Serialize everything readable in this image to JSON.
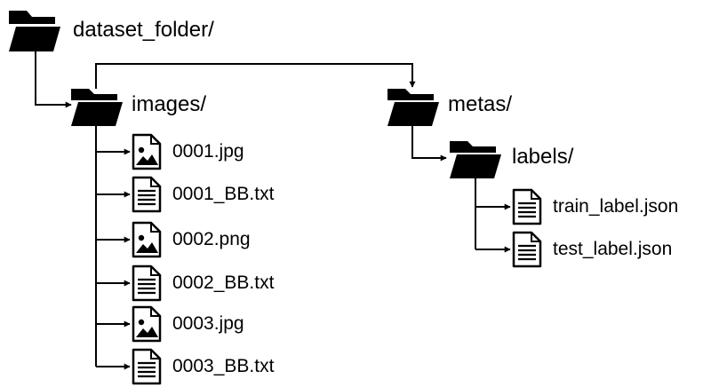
{
  "tree": {
    "root": {
      "label": "dataset_folder/",
      "icon": "folder-icon"
    },
    "images": {
      "label": "images/",
      "icon": "folder-icon",
      "files": [
        {
          "label": "0001.jpg",
          "icon": "image-file-icon"
        },
        {
          "label": "0001_BB.txt",
          "icon": "text-file-icon"
        },
        {
          "label": "0002.png",
          "icon": "image-file-icon"
        },
        {
          "label": "0002_BB.txt",
          "icon": "text-file-icon"
        },
        {
          "label": "0003.jpg",
          "icon": "image-file-icon"
        },
        {
          "label": "0003_BB.txt",
          "icon": "text-file-icon"
        }
      ]
    },
    "metas": {
      "label": "metas/",
      "icon": "folder-icon"
    },
    "labels": {
      "label": "labels/",
      "icon": "folder-icon",
      "files": [
        {
          "label": "train_label.json",
          "icon": "text-file-icon"
        },
        {
          "label": "test_label.json",
          "icon": "text-file-icon"
        }
      ]
    }
  },
  "colors": {
    "ink": "#000000",
    "background": "#ffffff"
  }
}
